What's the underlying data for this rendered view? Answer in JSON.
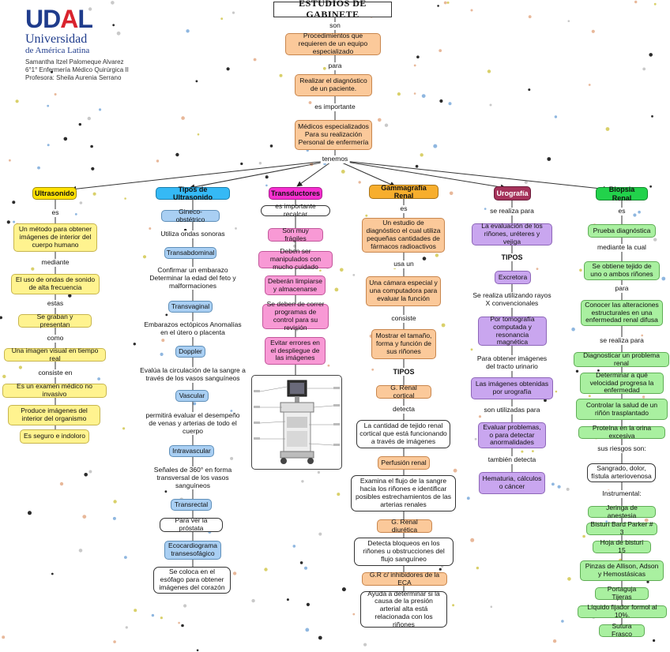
{
  "logo": {
    "mark_blue": "UD",
    "mark_red": "A",
    "mark_blue2": "L",
    "line1": "Universidad",
    "line2": "de América Latina",
    "author": "Samantha Itzel Palomeque Alvarez",
    "group": "6°1° Enfermería Médico Quirúrgica II",
    "teacher": "Profesora: Sheila Aurenia Serrano"
  },
  "title": "ESTUDIOS DE GABINETE",
  "spine": {
    "link1": "son",
    "node1": "Procedimientos que requieren de un equipo especializado",
    "link2": "para",
    "node2": "Realizar el diagnóstico de un paciente.",
    "link3": "es importante",
    "node3": "Médicos especializados Para su realización Personal de enfermería",
    "link4": "tenemos"
  },
  "col1": {
    "header": "Ultrasonido",
    "items": [
      "es",
      "Un método para obtener imágenes de interior del cuerpo humano",
      "mediante",
      "El uso de ondas de sonido de alta frecuencia",
      "estas",
      "Se graban y presentan",
      "como",
      "Una imagen visual en tiempo real",
      "consiste en",
      "Es un examen médico no invasivo",
      "Produce imágenes del interior del organismo",
      "Es seguro e indoloro"
    ]
  },
  "col2": {
    "header": "Tipos de Ultrasonido",
    "items": [
      "Gineco-obstétrico",
      "Utiliza ondas sonoras",
      "Transabdominal",
      "Confirmar un embarazo Determinar la edad del feto y malformaciones",
      "Transvaginal",
      "Embarazos ectópicos Anomalías en el útero o placenta",
      "Doppler",
      "Evalúa la circulación de la sangre a través de los vasos sanguíneos",
      "Vascular",
      "permitirá evaluar el desempeño de venas y arterias de todo el cuerpo",
      "Intravascular",
      "Señales de 360° en forma transversal de los vasos sanguíneos",
      "Transrectal",
      "Para ver la próstata",
      "Ecocardiograma transesofágico",
      "Se coloca en el esófago para obtener imágenes del corazón"
    ]
  },
  "col3": {
    "header": "Transductores",
    "items": [
      "es importante recalcar",
      "Son muy frágiles",
      "Deben ser manipulados con mucho cuidado",
      "Deberán limpiarse y almacenarse",
      "Se deben de correr programas de control para su revisión",
      "Evitar errores en el despliegue de las imágenes"
    ],
    "photo_name": "ultrasound-machine-image"
  },
  "col4": {
    "header": "Gammagrafía Renal",
    "items": [
      "es",
      "Un estudio de diagnóstico el cual utiliza pequeñas cantidades de fármacos radioactivos",
      "usa un",
      "Una cámara especial y una computadora para evaluar la función",
      "consiste",
      "Mostrar el tamaño, forma y función de sus riñones",
      "TIPOS",
      "G. Renal cortical",
      "detecta",
      "La cantidad de tejido renal cortical que está funcionando a través de imágenes",
      "Perfusión renal",
      "Examina el flujo de la sangre hacia los riñones e identificar posibles estrechamientos de las arterias renales",
      "G. Renal diurética",
      "Detecta bloqueos en los riñones u obstrucciones del flujo sanguíneo",
      "G.R c/ inhibidores de la ECA",
      "Ayuda a determinar si la causa de la presión arterial alta está relacionada con los riñones"
    ]
  },
  "col5": {
    "header": "Urografía",
    "items": [
      "se realiza para",
      "La evaluación de los riñones, uréteres y vejiga",
      "TIPOS",
      "Excretora",
      "Se realiza utilizando rayos X convencionales",
      "Por tomografía computada y resonancia magnética",
      "Para obtener imágenes del tracto urinario",
      "Las imágenes obtenidas por urografía",
      "son utilizadas para",
      "Evaluar problemas, o para detectar anormalidades",
      "también detecta",
      "Hematuria, cálculos o cáncer"
    ]
  },
  "col6": {
    "header": "Biopsia Renal",
    "items": [
      "es",
      "Prueba diagnóstica",
      "mediante la cual",
      "Se obtiene tejido de uno o ambos riñones",
      "para",
      "Conocer las alteraciones estructurales en una enfermedad renal difusa",
      "se realiza para",
      "Diagnosticar un problema renal",
      "Determinar a qué velocidad progresa la enfermedad",
      "Controlar la salud de un riñón trasplantado",
      "Proteína en la orina excesiva",
      "sus riesgos son:",
      "Sangrado, dolor, fístula arteriovenosa",
      "Instrumental:",
      "Jeringa de anestesia",
      "Bisturí Bard Parker # 3",
      "Hoja de bisturí 15",
      "Pinzas de Allison, Adson y Hemostásicas",
      "Portaguja Tijeras",
      "Líquido fijador formol al 10%.",
      "Sutura Frasco"
    ]
  }
}
